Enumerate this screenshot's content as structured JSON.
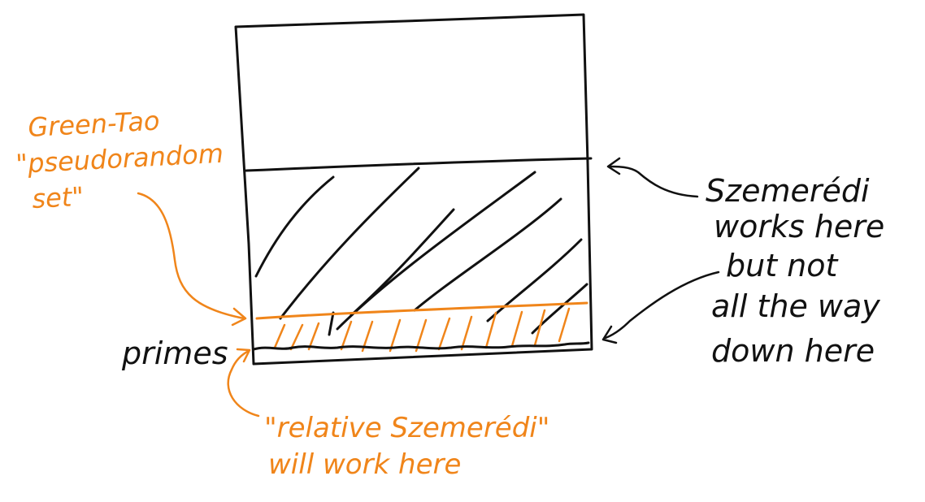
{
  "colors": {
    "black_ink": "#111111",
    "orange_ink": "#f0851a",
    "background": "#ffffff"
  },
  "labels": {
    "green_tao_line1": "Green-Tao",
    "green_tao_line2": "\"pseudorandom",
    "green_tao_line3": "set\"",
    "primes": "primes",
    "szemeredi_line1": "Szemerédi",
    "szemeredi_line2": "works here",
    "szemeredi_line3": "but not",
    "szemeredi_line4": "all the way",
    "szemeredi_line5": "down here",
    "relative_line1": "\"relative Szemerédi\"",
    "relative_line2": "will work here"
  }
}
